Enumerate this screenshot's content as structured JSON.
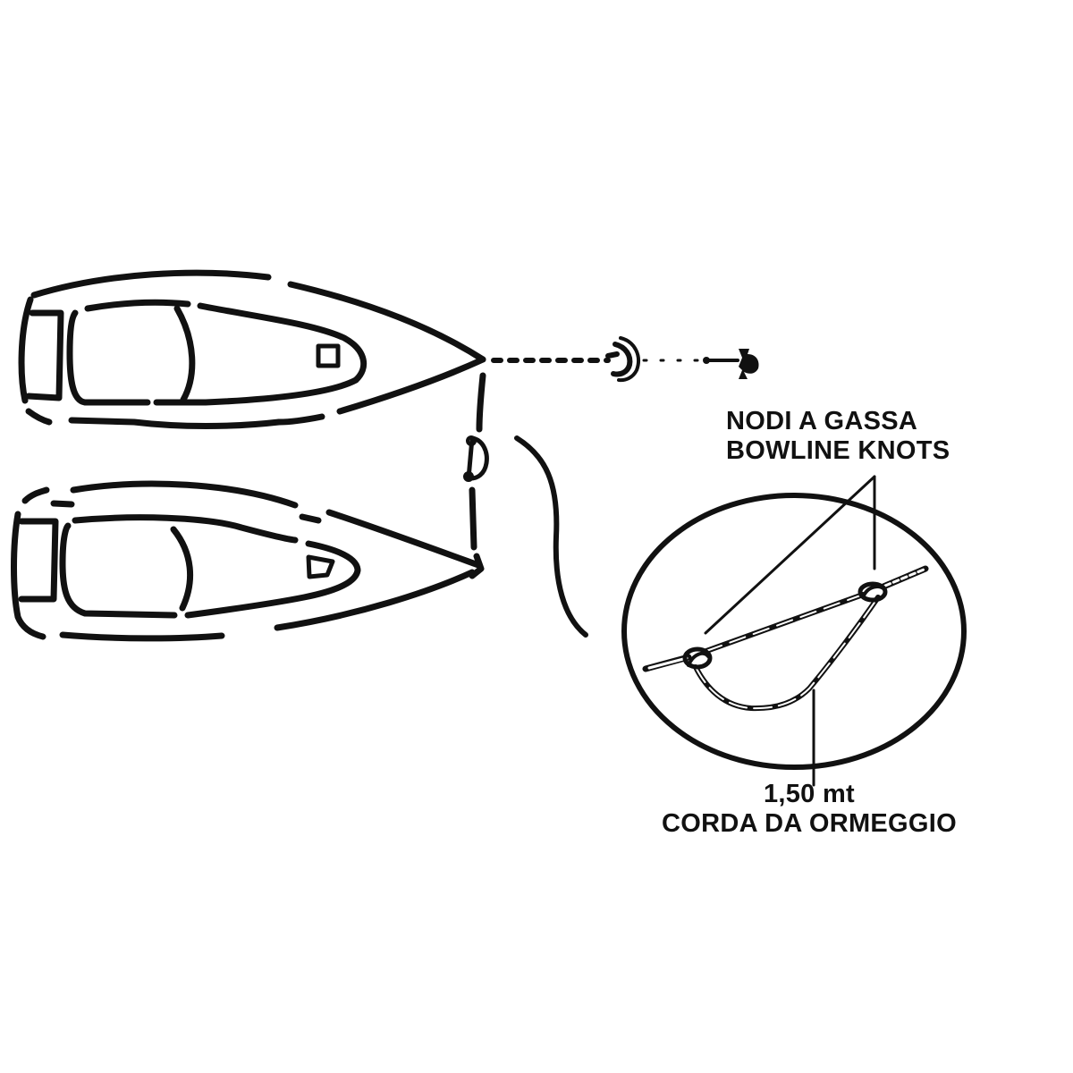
{
  "diagram": {
    "title": "Mooring two boats with bowline knots",
    "colors": {
      "line": "#111111",
      "background": "#ffffff"
    },
    "elements": {
      "boat_top": {
        "kind": "boat-outline",
        "orientation": "bow-right"
      },
      "boat_bottom": {
        "kind": "boat-outline",
        "orientation": "bow-right"
      },
      "anchor_line": {
        "kind": "dashed-rope",
        "from": "boat_top.bow",
        "to": "anchor"
      },
      "anchor": {
        "kind": "anchor-icon"
      },
      "buoy": {
        "kind": "buoy-icon"
      },
      "connector_rope": {
        "kind": "rope",
        "from": "boat_top.bow",
        "to": "boat_bottom.bow"
      },
      "shackle": {
        "kind": "shackle-icon"
      },
      "detail_callout": {
        "kind": "ellipse-inset"
      }
    },
    "labels": {
      "knots_line1": "NODI A GASSA",
      "knots_line2": "BOWLINE KNOTS",
      "rope_length": "1,50 mt",
      "rope_name": "CORDA DA ORMEGGIO"
    }
  }
}
